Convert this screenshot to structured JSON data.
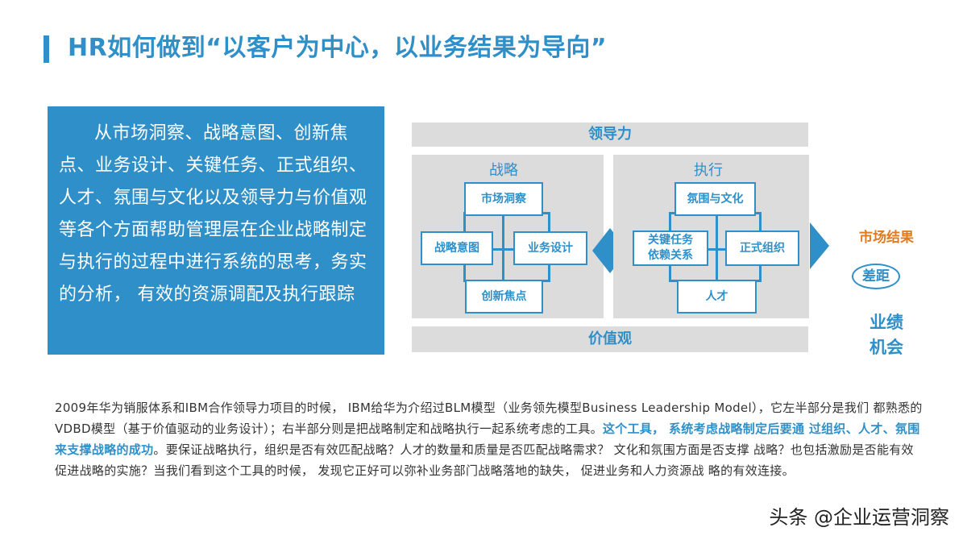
{
  "title": "HR如何做到“以客户为中心，以业务结果为导向”",
  "left_text": "从市场洞察、战略意图、创新焦点、业务设计、关键任务、正式组织、人才、氛围与文化以及领导力与价值观等各个方面帮助管理层在企业战略制定与执行的过程中进行系统的思考，务实的分析， 有效的资源调配及执行跟踪",
  "diagram": {
    "top_band": "领导力",
    "bottom_band": "价值观",
    "strategy": {
      "label": "战略",
      "nodes": [
        "市场洞察",
        "战略意图",
        "业务设计",
        "创新焦点"
      ]
    },
    "execution": {
      "label": "执行",
      "nodes": [
        "氛围与文化",
        "关键任务\n依赖关系",
        "正式组织",
        "人才"
      ]
    },
    "result": {
      "label": "市场结果",
      "gap": "差距",
      "perf_line1": "业绩",
      "perf_line2": "机会"
    },
    "colors": {
      "accent": "#2f8fc8",
      "panel": "#dcdcdc",
      "result": "#e07b22"
    }
  },
  "paragraph": {
    "part1": "2009年华为销服体系和IBM合作领导力项目的时候，  IBM给华为介绍过BLM模型（业务领先模型Business Leadership Model），它左半部分是我们  都熟悉的VDBD模型（基于价值驱动的业务设计）；右半部分则是把战略制定和战略执行一起系统考虑的工具。",
    "highlight": "这个工具， 系统考虑战略制定后要通   过组织、人才、氛围来支撑战略的成功",
    "part2": "。要保证战略执行，组织是否有效匹配战略？人才的数量和质量是否匹配战略需求？ 文化和氛围方面是否支撑  战略？也包括激励是否能有效促进战略的实施？当我们看到这个工具的时候，  发现它正好可以弥补业务部门战略落地的缺失，  促进业务和人力资源战  略的有效连接。"
  },
  "watermark": "头条 @企业运营洞察"
}
